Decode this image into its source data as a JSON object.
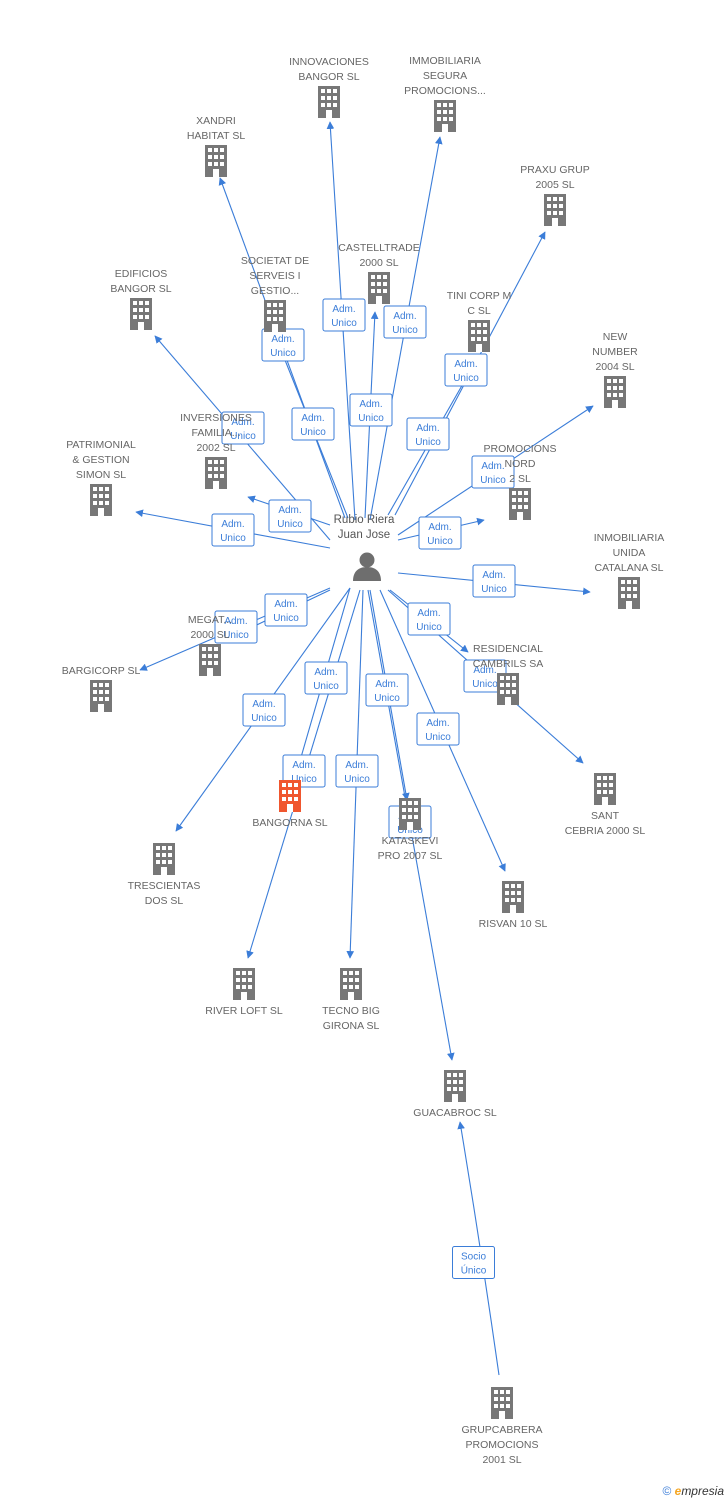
{
  "colors": {
    "edge": "#3b7dd8",
    "company": "#777777",
    "focus": "#f0562e",
    "person": "#6e6e6e",
    "label": "#666666"
  },
  "center": {
    "name": "Rubio Riera Juan Jose",
    "lines": [
      "Rubio Riera",
      "Juan Jose"
    ],
    "icon": "person-icon"
  },
  "relation_label": "Adm. Unico",
  "nodes": [
    {
      "id": "innovaciones",
      "lines": [
        "INNOVACIONES",
        "BANGOR SL"
      ]
    },
    {
      "id": "immobiliaria_segura",
      "lines": [
        "IMMOBILIARIA",
        "SEGURA",
        "PROMOCIONS..."
      ]
    },
    {
      "id": "xandri",
      "lines": [
        "XANDRI",
        "HABITAT SL"
      ]
    },
    {
      "id": "praxu",
      "lines": [
        "PRAXU GRUP",
        "2005 SL"
      ]
    },
    {
      "id": "castelltrade",
      "lines": [
        "CASTELLTRADE",
        "2000 SL"
      ]
    },
    {
      "id": "societat",
      "lines": [
        "SOCIETAT DE",
        "SERVEIS I",
        "GESTIO..."
      ]
    },
    {
      "id": "edificios",
      "lines": [
        "EDIFICIOS",
        "BANGOR SL"
      ]
    },
    {
      "id": "tini",
      "lines": [
        "TINI CORP M",
        "C SL"
      ]
    },
    {
      "id": "new_number",
      "lines": [
        "NEW",
        "NUMBER",
        "2004 SL"
      ]
    },
    {
      "id": "inversiones",
      "lines": [
        "INVERSIONES",
        "FAMILIA...",
        "2002 SL"
      ]
    },
    {
      "id": "patrimonial",
      "lines": [
        "PATRIMONIAL",
        "& GESTION",
        "SIMON SL"
      ]
    },
    {
      "id": "promocions_nord",
      "lines": [
        "PROMOCIONS",
        "NORD",
        "2 SL"
      ]
    },
    {
      "id": "inmobiliaria_unida",
      "lines": [
        "INMOBILIARIA",
        "UNIDA",
        "CATALANA SL"
      ]
    },
    {
      "id": "megat",
      "lines": [
        "MEGAT...",
        "2000 SL"
      ]
    },
    {
      "id": "bargicorp",
      "lines": [
        "BARGICORP SL"
      ]
    },
    {
      "id": "residencial",
      "lines": [
        "RESIDENCIAL",
        "CAMBRILS SA"
      ]
    },
    {
      "id": "bangorna",
      "lines": [
        "BANGORNA SL"
      ],
      "focus": true
    },
    {
      "id": "kataskevi",
      "lines": [
        "KATASKEVI",
        "PRO 2007 SL"
      ]
    },
    {
      "id": "sant_cebria",
      "lines": [
        "SANT",
        "CEBRIA 2000 SL"
      ]
    },
    {
      "id": "trescientas",
      "lines": [
        "TRESCIENTAS",
        "DOS SL"
      ]
    },
    {
      "id": "risvan",
      "lines": [
        "RISVAN 10 SL"
      ]
    },
    {
      "id": "river_loft",
      "lines": [
        "RIVER LOFT SL"
      ]
    },
    {
      "id": "tecno_big",
      "lines": [
        "TECNO BIG",
        "GIRONA SL"
      ]
    },
    {
      "id": "guacabroc",
      "lines": [
        "GUACABROC SL"
      ]
    },
    {
      "id": "grupcabrera",
      "lines": [
        "GRUPCABRERA",
        "PROMOCIONS",
        "2001 SL"
      ]
    }
  ],
  "edges": [
    {
      "from": "grupcabrera",
      "to": "guacabroc",
      "lines": [
        "Socio",
        "Único"
      ]
    }
  ],
  "footer": {
    "copyright": "©",
    "brand_initial": "e",
    "brand_rest": "mpresia"
  }
}
